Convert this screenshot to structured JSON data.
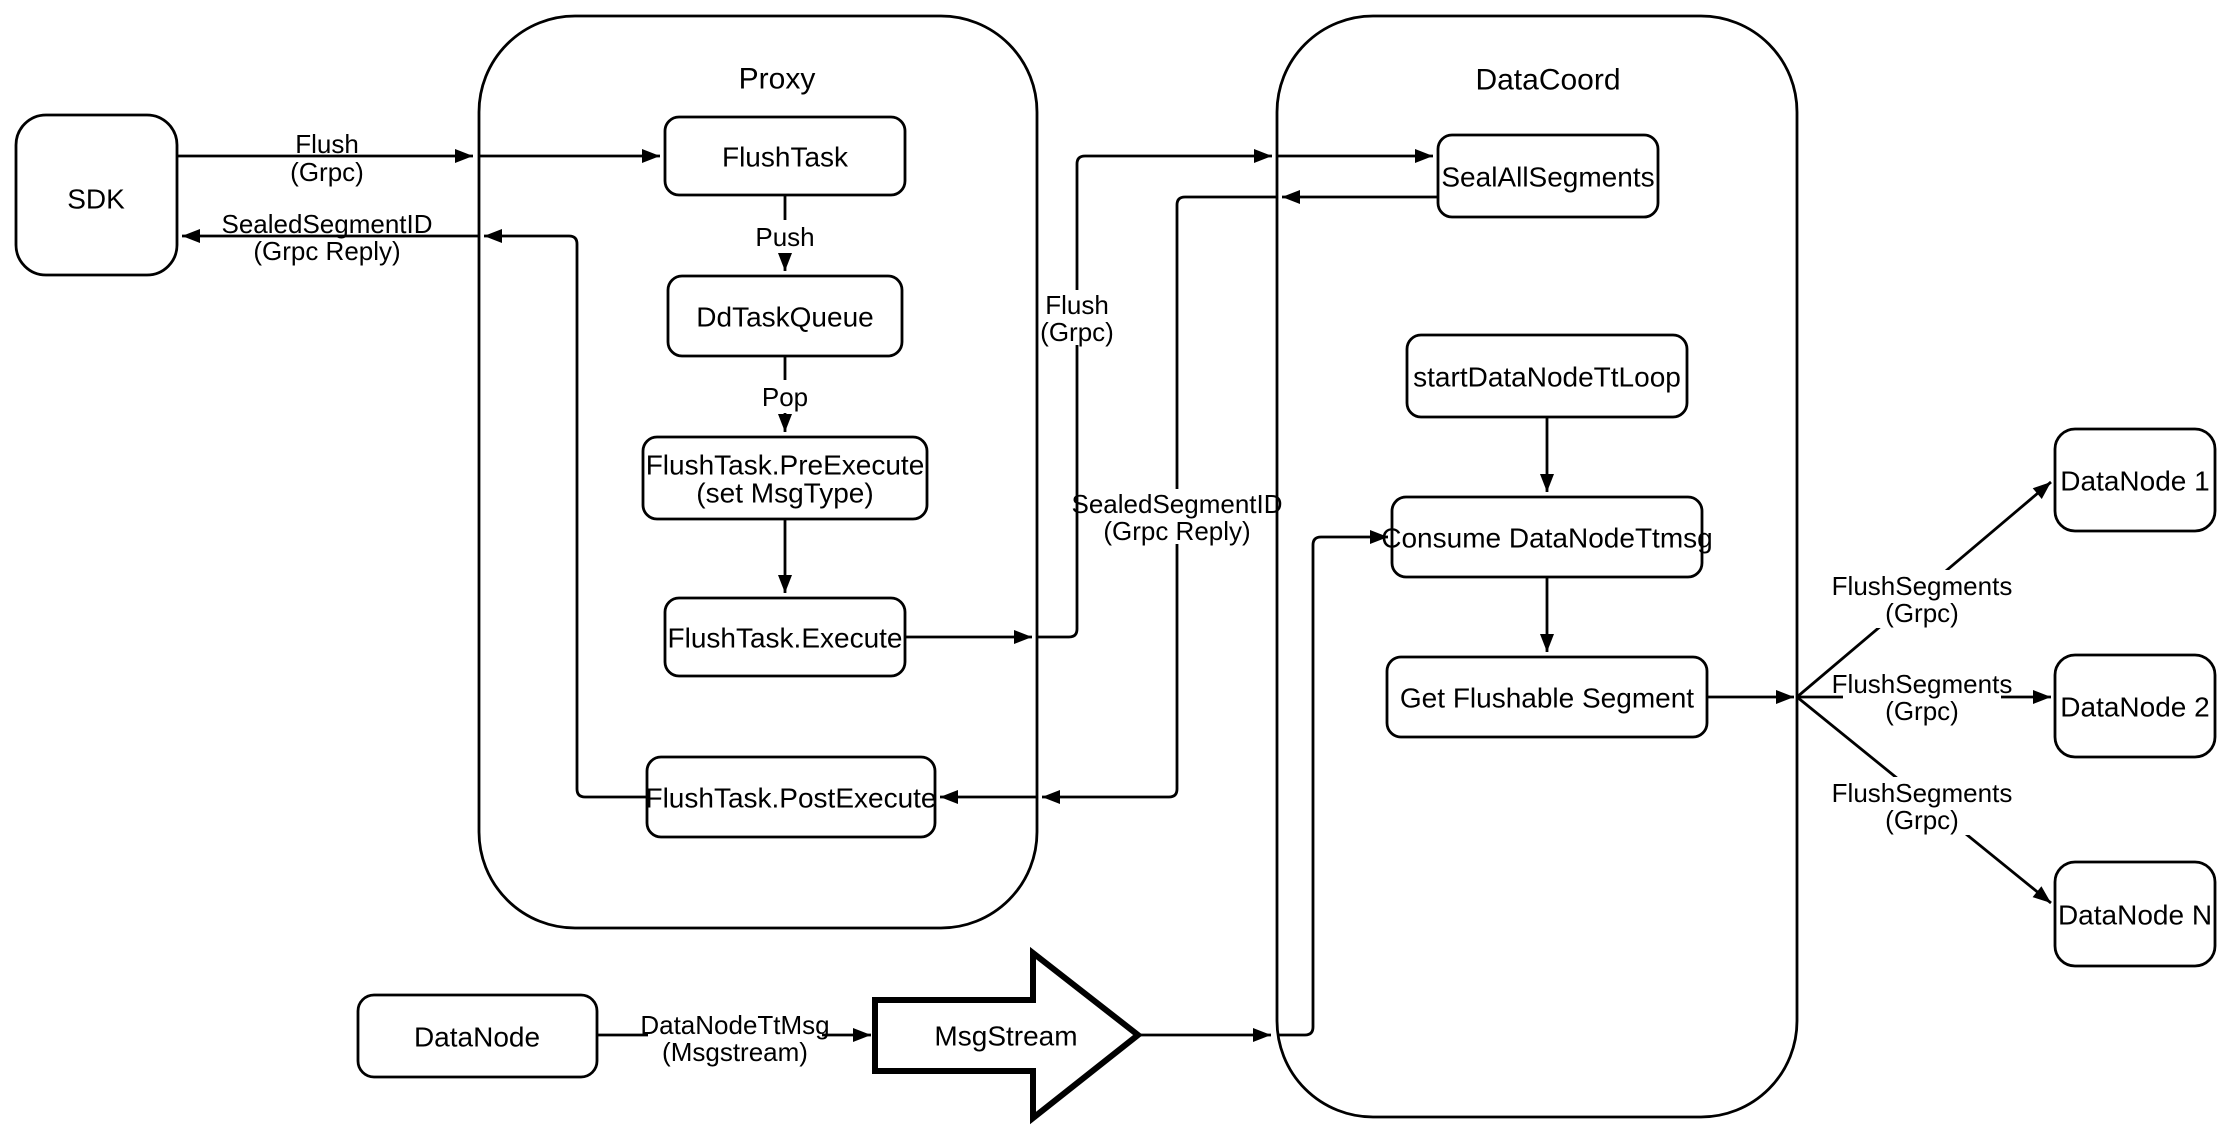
{
  "containers": {
    "proxy": {
      "title": "Proxy"
    },
    "datacoord": {
      "title": "DataCoord"
    }
  },
  "nodes": {
    "sdk": {
      "label": "SDK"
    },
    "flush_task": {
      "label": "FlushTask"
    },
    "dd_task_queue": {
      "label": "DdTaskQueue"
    },
    "flush_task_pre_execute": {
      "line1": "FlushTask.PreExecute",
      "line2": "(set MsgType)"
    },
    "flush_task_execute": {
      "label": "FlushTask.Execute"
    },
    "flush_task_post_execute": {
      "label": "FlushTask.PostExecute"
    },
    "seal_all_segments": {
      "label": "SealAllSegments"
    },
    "start_data_node_tt_loop": {
      "label": "startDataNodeTtLoop"
    },
    "consume_data_node_ttmsg": {
      "label": "Consume DataNodeTtmsg"
    },
    "get_flushable_segment": {
      "label": "Get Flushable Segment"
    },
    "data_node_1": {
      "label": "DataNode 1"
    },
    "data_node_2": {
      "label": "DataNode 2"
    },
    "data_node_n": {
      "label": "DataNode N"
    },
    "data_node": {
      "label": "DataNode"
    },
    "msg_stream": {
      "label": "MsgStream"
    }
  },
  "edges": {
    "sdk_flush": {
      "line1": "Flush",
      "line2": "(Grpc)"
    },
    "sdk_reply": {
      "line1": "SealedSegmentID",
      "line2": "(Grpc Reply)"
    },
    "push": {
      "label": "Push"
    },
    "pop": {
      "label": "Pop"
    },
    "proxy_flush": {
      "line1": "Flush",
      "line2": "(Grpc)"
    },
    "proxy_reply": {
      "line1": "SealedSegmentID",
      "line2": "(Grpc Reply)"
    },
    "flush_segments_1": {
      "line1": "FlushSegments",
      "line2": "(Grpc)"
    },
    "flush_segments_2": {
      "line1": "FlushSegments",
      "line2": "(Grpc)"
    },
    "flush_segments_3": {
      "line1": "FlushSegments",
      "line2": "(Grpc)"
    },
    "data_node_tt_msg": {
      "line1": "DataNodeTtMsg",
      "line2": "(Msgstream)"
    }
  },
  "colors": {
    "stroke": "#000000",
    "node_fill": "#ffffff",
    "background": "#ffffff"
  }
}
